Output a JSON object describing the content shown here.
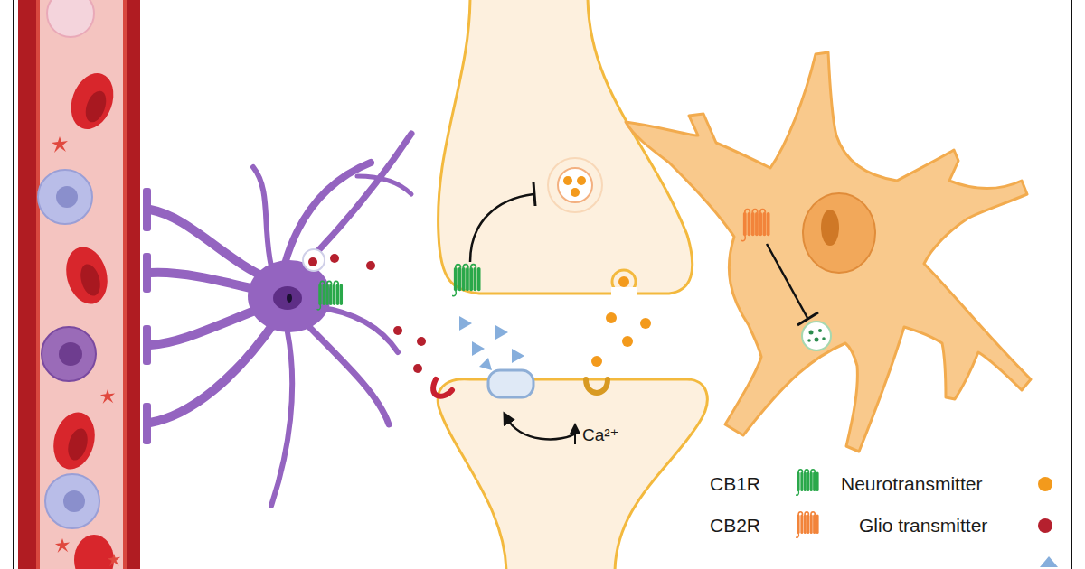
{
  "diagram": {
    "labels": [
      "Ca²⁺"
    ],
    "legend": [
      {
        "text": "CB1R"
      },
      {
        "text": "CB2R"
      },
      {
        "text": "Neurotransmitter",
        "color": "#f39a1c"
      },
      {
        "text": "Glio transmitter",
        "color": "#b5202e"
      }
    ]
  }
}
